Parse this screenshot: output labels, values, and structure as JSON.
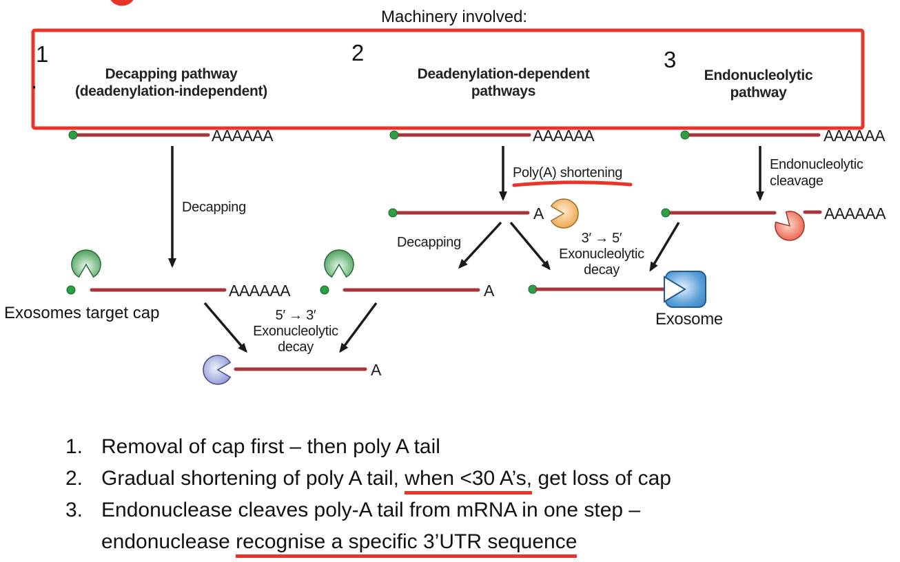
{
  "page": {
    "machinery_label": "Machinery involved:"
  },
  "pathway_box": {
    "border_color": "#e8352b",
    "columns": [
      {
        "number": "1",
        "bullet": "·",
        "title_line1": "Decapping pathway",
        "title_line2": "(deadenylation-independent)"
      },
      {
        "number": "2",
        "title_line1": "Deadenylation-dependent",
        "title_line2": "pathways"
      },
      {
        "number": "3",
        "title_line1": "Endonucleolytic",
        "title_line2": "pathway"
      }
    ]
  },
  "diagram": {
    "polya_tail": "AAAAAA",
    "single_a": "A",
    "labels": {
      "decapping_1": "Decapping",
      "polya_shortening": "Poly(A) shortening",
      "endo_cleavage_1": "Endonucleolytic",
      "endo_cleavage_2": "cleavage",
      "decapping_2": "Decapping",
      "decay_3to5_1": "3′ → 5′",
      "decay_3to5_2": "Exonucleolytic",
      "decay_3to5_3": "decay",
      "decay_5to3_1": "5′ → 3′",
      "decay_5to3_2": "Exonucleolytic",
      "decay_5to3_3": "decay",
      "exosome": "Exosome",
      "exosomes_target_cap": "Exosomes target cap"
    },
    "icons": {
      "cap": "green-cap-dot-icon",
      "mrna": "red-mrna-line",
      "exonuclease_orange": "pacman-enzyme-icon",
      "exonuclease_red": "pacman-enzyme-icon",
      "decapping_enzyme_green": "pacman-enzyme-icon",
      "exonuclease_purple": "pacman-enzyme-icon",
      "exosome_complex": "notched-square-exosome-icon"
    },
    "colors": {
      "annotation_red": "#e8352b",
      "mrna_line": "#a93439",
      "cap_green": "#2e9e44",
      "enzyme_green": "#4ea05c",
      "enzyme_orange": "#f3b469",
      "enzyme_red": "#e96a55",
      "enzyme_purple": "#9aa2da",
      "exosome_blue": "#3c87c8",
      "arrow_black": "#1a1a1a"
    }
  },
  "notes": {
    "items": [
      {
        "number": "1.",
        "text": "Removal of cap first – then poly A tail"
      },
      {
        "number": "2.",
        "pre": "Gradual shortening of poly A tail, ",
        "underlined": "when <30 A’s,",
        "post": " get loss of cap"
      },
      {
        "number": "3.",
        "line1": "Endonuclease cleaves poly-A tail from mRNA in one step –",
        "line2_pre": "endonuclease ",
        "line2_underlined": "recognise a specific 3’UTR sequence"
      }
    ]
  }
}
